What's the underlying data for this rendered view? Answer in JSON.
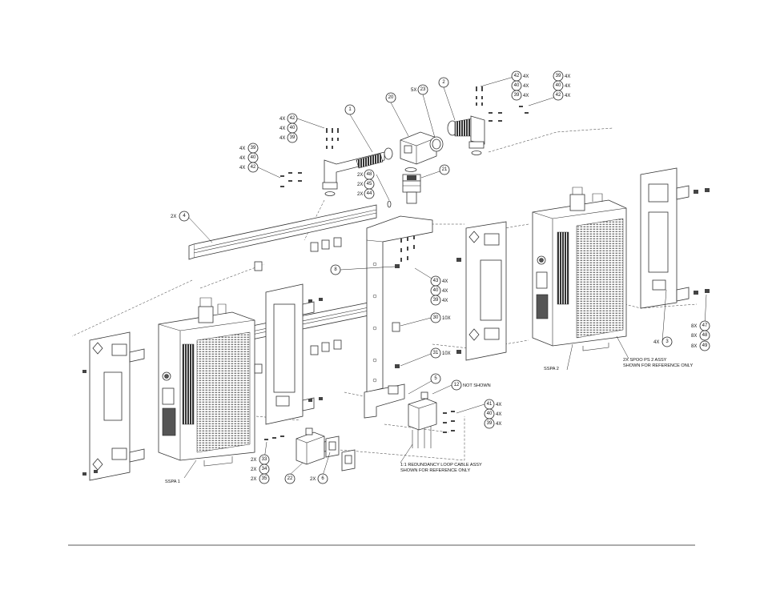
{
  "balloons": [
    {
      "id": "b1",
      "num": "1"
    },
    {
      "id": "b2",
      "num": "2"
    },
    {
      "id": "b20",
      "num": "20"
    },
    {
      "id": "b23",
      "num": "23"
    },
    {
      "id": "b42a",
      "num": "42"
    },
    {
      "id": "b40a",
      "num": "40"
    },
    {
      "id": "b39a",
      "num": "39"
    },
    {
      "id": "b39b",
      "num": "39"
    },
    {
      "id": "b40b",
      "num": "40"
    },
    {
      "id": "b42b",
      "num": "42"
    },
    {
      "id": "b42c",
      "num": "42"
    },
    {
      "id": "b40c",
      "num": "40"
    },
    {
      "id": "b39c",
      "num": "39"
    },
    {
      "id": "b39d",
      "num": "39"
    },
    {
      "id": "b40d",
      "num": "40"
    },
    {
      "id": "b42d",
      "num": "42"
    },
    {
      "id": "b48",
      "num": "48"
    },
    {
      "id": "b45",
      "num": "45"
    },
    {
      "id": "b44",
      "num": "44"
    },
    {
      "id": "b21",
      "num": "21"
    },
    {
      "id": "b4",
      "num": "4"
    },
    {
      "id": "b8",
      "num": "8"
    },
    {
      "id": "b43",
      "num": "43"
    },
    {
      "id": "b40e",
      "num": "40"
    },
    {
      "id": "b39e",
      "num": "39"
    },
    {
      "id": "b30",
      "num": "30"
    },
    {
      "id": "b31",
      "num": "31"
    },
    {
      "id": "b5",
      "num": "5"
    },
    {
      "id": "b12",
      "num": "12"
    },
    {
      "id": "b41",
      "num": "41"
    },
    {
      "id": "b40f",
      "num": "40"
    },
    {
      "id": "b39f",
      "num": "39"
    },
    {
      "id": "b3",
      "num": "3"
    },
    {
      "id": "b47",
      "num": "47"
    },
    {
      "id": "b48b",
      "num": "48"
    },
    {
      "id": "b49",
      "num": "49"
    },
    {
      "id": "b33",
      "num": "33"
    },
    {
      "id": "b34",
      "num": "34"
    },
    {
      "id": "b35",
      "num": "35"
    },
    {
      "id": "b22",
      "num": "22"
    },
    {
      "id": "b6",
      "num": "6"
    }
  ],
  "quantities": {
    "q42a": "4X",
    "q40a": "4X",
    "q39a": "4X",
    "q39b": "4X",
    "q40b": "4X",
    "q42b": "4X",
    "q23": "5X",
    "q42c": "4X",
    "q40c": "4X",
    "q39c": "4X",
    "q39d": "4X",
    "q40d": "4X",
    "q42d": "4X",
    "q48": "2X",
    "q45": "2X",
    "q44": "2X",
    "q4": "2X",
    "q43": "4X",
    "q40e": "4X",
    "q39e": "4X",
    "q30": "10X",
    "q31": "10X",
    "q41": "4X",
    "q40f": "4X",
    "q39f": "4X",
    "q3": "4X",
    "q47": "8X",
    "q48b": "8X",
    "q49": "8X",
    "q33": "2X",
    "q34": "2X",
    "q35": "2X",
    "q6": "2X"
  },
  "labels": {
    "sspa1": "SSPA 1",
    "sspa2": "SSPA 2",
    "not_shown": "NOT SHOWN",
    "ps_note_1": "2X SPOO PS 2 ASSY",
    "ps_note_2": "SHOWN FOR REFERENCE ONLY",
    "cable_note_1": "1:1 REDUNDANCY LOOP CABLE ASSY",
    "cable_note_2": "SHOWN FOR REFERENCE ONLY"
  }
}
